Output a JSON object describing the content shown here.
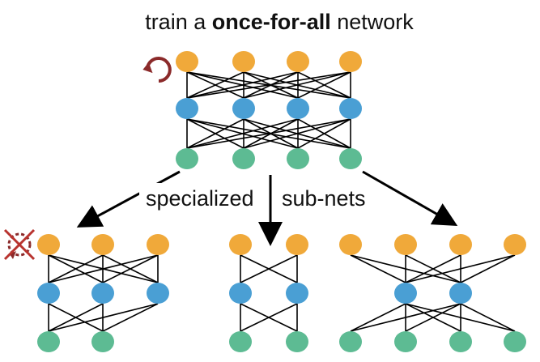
{
  "title": {
    "prefix": "train a ",
    "bold": "once-for-all",
    "suffix": " network"
  },
  "arrow_label": {
    "left": "specialized",
    "right": "sub-nets"
  },
  "colors": {
    "output_node": "#F0A93A",
    "hidden_node": "#4A9FD4",
    "input_node": "#5DBB93",
    "edge": "#000000",
    "loop_arrow": "#8B2A2A",
    "cross_mark": "#B8332E"
  },
  "icons": {
    "training_loop": "circular-arrow-icon",
    "no_training": "crossed-out-circular-arrow-icon"
  }
}
